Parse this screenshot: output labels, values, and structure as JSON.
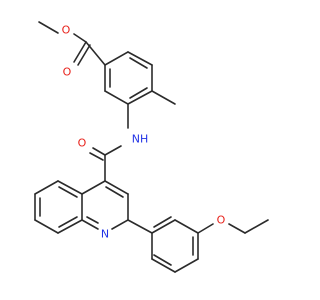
{
  "colors": {
    "bond": "#2b2b2b",
    "oxygen": "#e8231c",
    "nitrogen": "#2233e6",
    "background": "#ffffff"
  },
  "atoms": {
    "ester_methoxy_o": "O",
    "ester_carbonyl_o": "O",
    "amide_o": "O",
    "amide_nh": "NH",
    "quinoline_n": "N",
    "ether_o": "O"
  }
}
